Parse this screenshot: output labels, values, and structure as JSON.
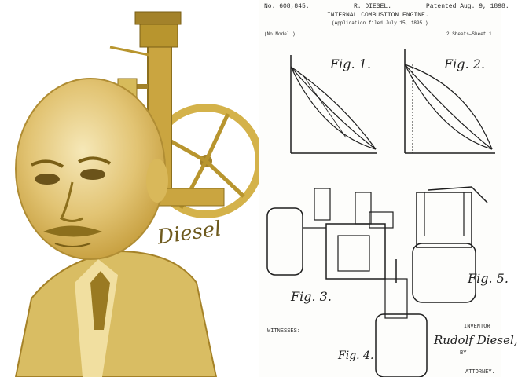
{
  "portrait": {
    "signature": "Diesel"
  },
  "patent": {
    "number": "No. 608,845.",
    "inventor_header": "R. DIESEL.",
    "title": "INTERNAL COMBUSTION ENGINE.",
    "application": "(Application filed July 15, 1895.)",
    "patented": "Patented Aug. 9, 1898.",
    "model": "(No Model.)",
    "sheets": "2 Sheets—Sheet 1.",
    "figures": [
      "Fig. 1.",
      "Fig. 2.",
      "Fig. 3.",
      "Fig. 4.",
      "Fig. 5."
    ],
    "witnesses_label": "WITNESSES:",
    "inventor_label": "INVENTOR",
    "inventor_signature": "Rudolf Diesel,",
    "by": "BY",
    "attorney_label": "ATTORNEY."
  }
}
